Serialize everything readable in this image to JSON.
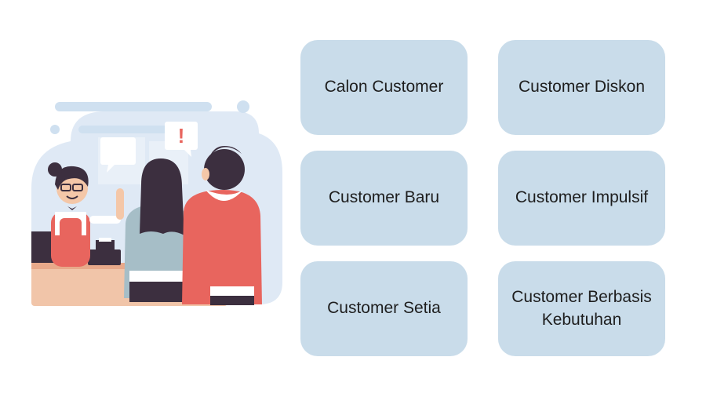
{
  "illustration": {
    "icon": "shop-customers-illustration",
    "alert_symbol": "!"
  },
  "categories": [
    {
      "label": "Calon Customer"
    },
    {
      "label": "Customer Diskon"
    },
    {
      "label": "Customer Baru"
    },
    {
      "label": "Customer Impulsif"
    },
    {
      "label": "Customer Setia"
    },
    {
      "label": "Customer Berbasis Kebutuhan"
    }
  ],
  "colors": {
    "card_background": "#c9dcea",
    "text": "#1e1e1e",
    "accent_red": "#e8655e"
  }
}
